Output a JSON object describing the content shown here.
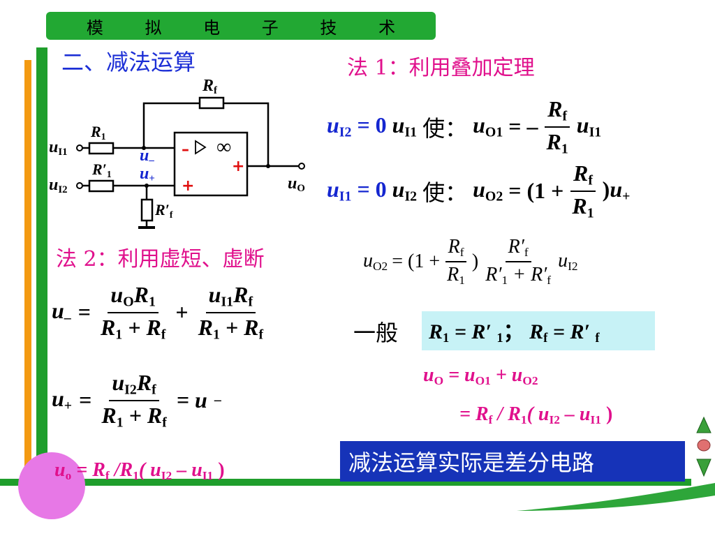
{
  "header": {
    "title": "模 拟 电 子 技 术"
  },
  "section": {
    "title": "二、减法运算"
  },
  "method1": {
    "title": "法 1：利用叠加定理",
    "row1": {
      "cond_var": "u",
      "cond_sub": "I2",
      "cond_eq": "= 0",
      "src_var": "u",
      "src_sub": "I1",
      "cn": "使：",
      "lhs_var": "u",
      "lhs_sub": "O1",
      "eq": "= –",
      "num_var": "R",
      "num_sub": "f",
      "den_var": "R",
      "den_sub": "1",
      "tail_var": "u",
      "tail_sub": "I1"
    },
    "row2": {
      "cond_var": "u",
      "cond_sub": "I1",
      "cond_eq": "= 0",
      "src_var": "u",
      "src_sub": "I2",
      "cn": "使：",
      "lhs_var": "u",
      "lhs_sub": "O2",
      "eq": "= (1 +",
      "num_var": "R",
      "num_sub": "f",
      "den_var": "R",
      "den_sub": "1",
      "tail": ")",
      "tail_var": "u",
      "tail_sub": "+"
    }
  },
  "method2": {
    "title": "法 2：利用虚短、虚断",
    "uo2": {
      "lhs_var": "u",
      "lhs_sub": "O2",
      "eq": "= (1 +",
      "f1_num": "R",
      "f1_num_sub": "f",
      "f1_den": "R",
      "f1_den_sub": "1",
      "close": ")",
      "f2_num": "R′",
      "f2_num_sub": "f",
      "f2_den": "R′",
      "f2_den_sub1": "1",
      "f2_den_plus": " + R′",
      "f2_den_sub2": "f",
      "tail_var": "u",
      "tail_sub": "I2"
    },
    "uminus": {
      "lhs_var": "u",
      "lhs_sub": "–",
      "eq": "=",
      "n1": "u",
      "n1_sub": "O",
      "n1b": "R",
      "n1b_sub": "1",
      "d1": "R",
      "d1_sub": "1",
      "d1b": " + R",
      "d1b_sub": "f",
      "plus": "+",
      "n2": "u",
      "n2_sub": "I1",
      "n2b": "R",
      "n2b_sub": "f",
      "d2": "R",
      "d2_sub": "1",
      "d2b": " + R",
      "d2b_sub": "f"
    },
    "general": "一般",
    "condition": {
      "a": "R",
      "a_sub": "1",
      "eq1": " = R′ ",
      "b_sub": "1",
      "sep": "；  ",
      "c": "R",
      "c_sub": "f",
      "eq2": " = R′ ",
      "d_sub": "f"
    },
    "uplus": {
      "lhs_var": "u",
      "lhs_sub": "+",
      "eq": "=",
      "num": "u",
      "num_sub": "I2",
      "numb": "R",
      "numb_sub": "f",
      "den": "R",
      "den_sub": "1",
      "denb": " + R",
      "denb_sub": "f",
      "eq2": "= u",
      "eq2_sub": "–"
    },
    "sum": {
      "lhs": "u",
      "lhs_sub": "O",
      "eq": " = u",
      "s1": "O1",
      "plus": " + u",
      "s2": "O2"
    },
    "sum2": {
      "text": "= R",
      "sub1": "f",
      "mid": " / R",
      "sub2": "1",
      "open": "( u",
      "sub3": "I2",
      "minus": " – u",
      "sub4": "I1",
      "close": " )"
    },
    "final": {
      "lhs": "u",
      "lhs_sub": "o",
      "eq": " = R",
      "sub1": "f",
      "mid": " /R",
      "sub2": "1",
      "open": "( u",
      "sub3": "I2",
      "minus": " – u",
      "sub4": "I1",
      "close": " )"
    }
  },
  "result": "减法运算实际是差分电路",
  "circuit": {
    "rf": "R",
    "rf_sub": "f",
    "r1": "R",
    "r1_sub": "1",
    "r1p": "R′",
    "r1p_sub": "1",
    "rfp": "R′",
    "rfp_sub": "f",
    "ui1": "u",
    "ui1_sub": "I1",
    "ui2": "u",
    "ui2_sub": "I2",
    "uminus": "u",
    "uminus_sub": "–",
    "uplus": "u",
    "uplus_sub": "+",
    "uo": "u",
    "uo_sub": "O",
    "minus_sign": "–",
    "plus_sign": "+",
    "out_plus": "+",
    "inf": "∞"
  },
  "colors": {
    "header": "#22a833",
    "blue": "#1426d0",
    "magenta": "#e0108c",
    "cond_box": "#c7f2f6",
    "result_box": "#1633b8"
  }
}
